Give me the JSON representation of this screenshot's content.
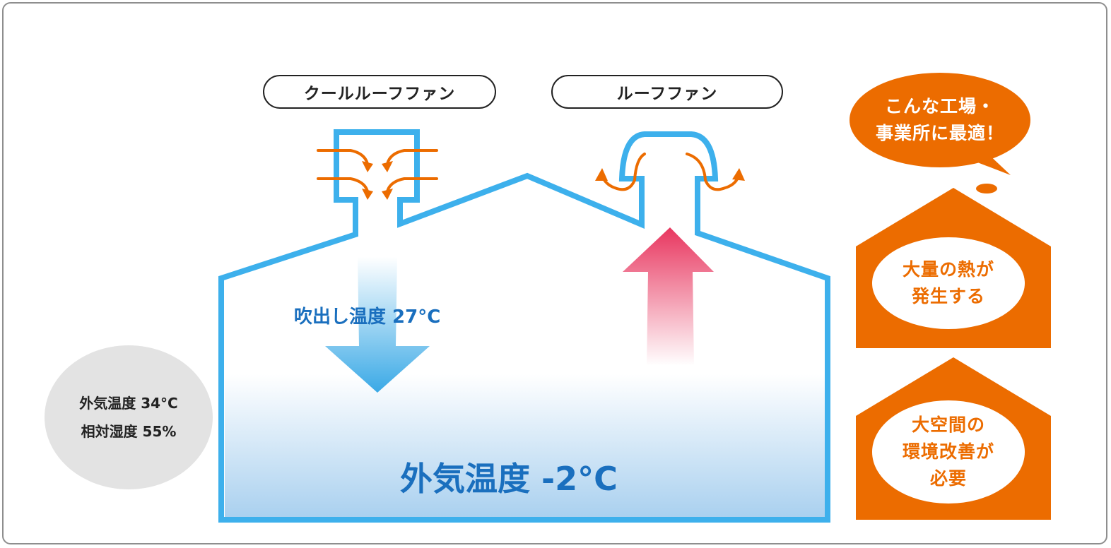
{
  "labels": {
    "cool_roof_fan": "クールルーフファン",
    "roof_fan": "ルーフファン",
    "outlet_temp": "吹出し温度 27°C",
    "inside_temp": "外気温度 -2°C",
    "outside_temp": "外気温度 34°C",
    "outside_humidity": "相対湿度 55%"
  },
  "bubble": {
    "line1": "こんな工場・",
    "line2": "事業所に最適！"
  },
  "cards": [
    {
      "lines": [
        "大量の熱が",
        "発生する"
      ]
    },
    {
      "lines": [
        "大空間の",
        "環境改善が",
        "必要"
      ]
    }
  ],
  "colors": {
    "building_outline": "#3db0ec",
    "flow_arrow": "#ec6c00",
    "cool_air": "#3aa9e6",
    "warm_air": "#e8365f",
    "accent_orange": "#ec6c00",
    "temp_text": "#1a6fbe"
  }
}
